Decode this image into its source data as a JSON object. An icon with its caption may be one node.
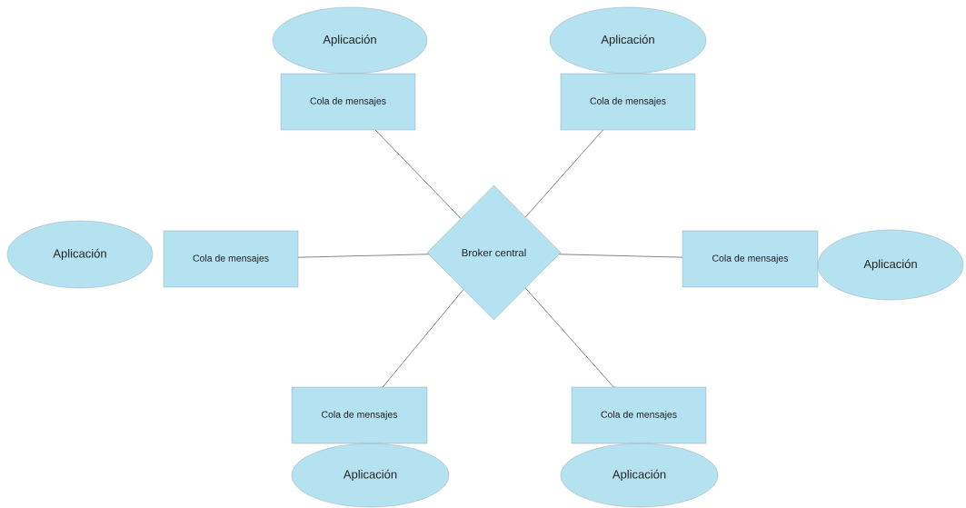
{
  "diagram": {
    "nodes": [
      {
        "text": [
          "Aplicación"
        ]
      },
      {
        "text": [
          "Aplicación"
        ]
      },
      {
        "text": [
          "Cola de mensajes"
        ]
      },
      {
        "text": [
          "Cola de mensajes"
        ]
      },
      {
        "text": [
          "Aplicación"
        ]
      },
      {
        "text": [
          "Cola de mensajes"
        ]
      },
      {
        "text": [
          "Broker central"
        ]
      },
      {
        "text": [
          "Cola de mensajes"
        ]
      },
      {
        "text": [
          "Aplicación"
        ]
      },
      {
        "text": [
          "Cola de mensajes"
        ]
      },
      {
        "text": [
          "Cola de mensajes"
        ]
      },
      {
        "text": [
          "Aplicación"
        ]
      },
      {
        "text": [
          "Aplicación"
        ]
      }
    ],
    "edges": [
      {
        "from": 2,
        "to": 6,
        "arrow": "none"
      },
      {
        "from": 3,
        "to": 6,
        "arrow": "none"
      },
      {
        "from": 5,
        "to": 6,
        "arrow": "none"
      },
      {
        "from": 6,
        "to": 7,
        "arrow": "none"
      },
      {
        "from": 6,
        "to": 9,
        "arrow": "none"
      },
      {
        "from": 6,
        "to": 10,
        "arrow": "none"
      }
    ]
  }
}
